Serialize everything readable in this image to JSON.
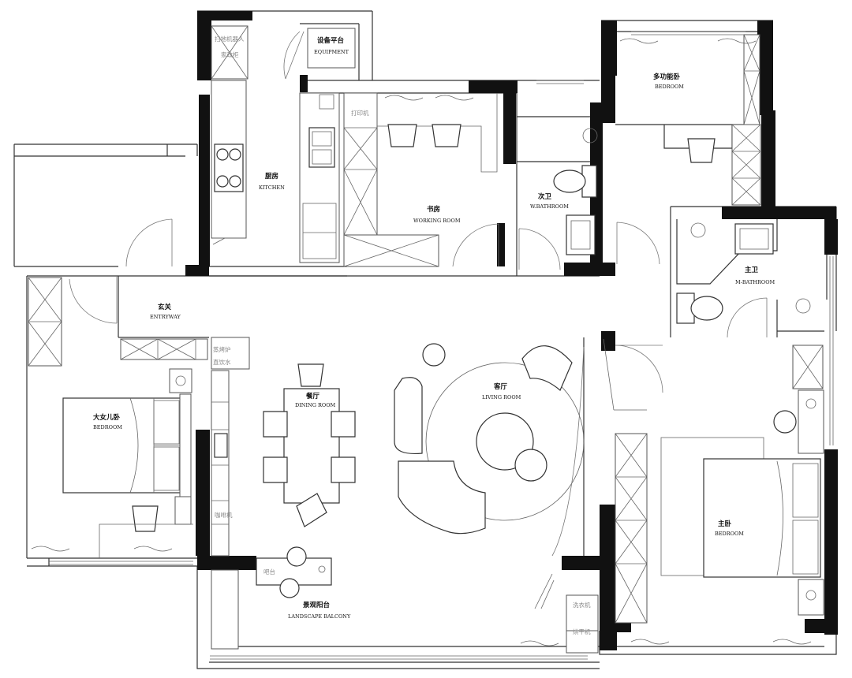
{
  "rooms": {
    "robot": {
      "zh_1": "扫地机器人",
      "zh_2": "家政柜"
    },
    "equipment": {
      "zh": "设备平台",
      "en": "EQUIPMENT"
    },
    "kitchen": {
      "zh": "厨房",
      "en": "KITCHEN"
    },
    "working_room": {
      "zh": "书房",
      "en": "WORKING ROOM"
    },
    "printer": {
      "zh": "打印机"
    },
    "w_bath": {
      "zh": "次卫",
      "en": "W.BATHROOM"
    },
    "multi_bedroom": {
      "zh": "多功能卧",
      "en": "BEDROOM"
    },
    "m_bath": {
      "zh": "主卫",
      "en": "M-BATHROOM"
    },
    "entryway": {
      "zh": "玄关",
      "en": "ENTRYWAY"
    },
    "kids_bedroom": {
      "zh": "大女儿卧",
      "en": "BEDROOM"
    },
    "dining": {
      "zh": "餐厅",
      "en": "DINING ROOM"
    },
    "living": {
      "zh": "客厅",
      "en": "LIVING ROOM"
    },
    "master": {
      "zh": "主卧",
      "en": "BEDROOM"
    },
    "balcony": {
      "zh": "景观阳台",
      "en": "LANDSCAPE BALCONY"
    },
    "bar": {
      "zh": "吧台"
    },
    "steam_oven": {
      "zh_1": "蒸烤炉",
      "zh_2": "直饮水"
    },
    "coffee": {
      "zh": "咖啡机"
    },
    "laundry": {
      "zh_1": "洗衣机",
      "zh_2": "烘干机"
    }
  },
  "colors": {
    "wall": "#111111",
    "line": "#333333",
    "background": "#ffffff"
  }
}
